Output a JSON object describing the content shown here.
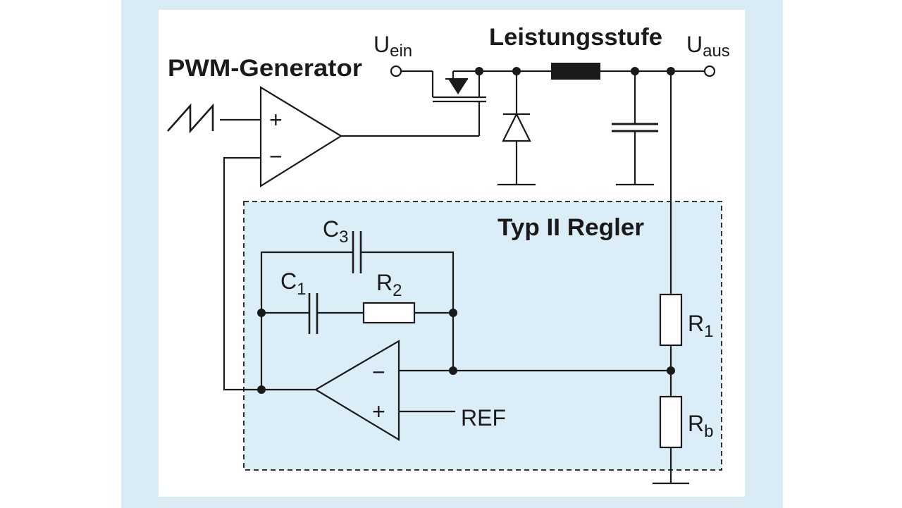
{
  "labels": {
    "pwm_generator": "PWM-Generator",
    "power_stage": "Leistungsstufe",
    "input_voltage_main": "U",
    "input_voltage_sub": "ein",
    "output_voltage_main": "U",
    "output_voltage_sub": "aus",
    "controller": "Typ II Regler",
    "c1_main": "C",
    "c1_sub": "1",
    "c3_main": "C",
    "c3_sub": "3",
    "r2_main": "R",
    "r2_sub": "2",
    "r1_main": "R",
    "r1_sub": "1",
    "rb_main": "R",
    "rb_sub": "b",
    "ref": "REF",
    "plus": "+",
    "minus": "−"
  },
  "colors": {
    "frame": "#d9ebf4",
    "controller_fill": "#dbedf6",
    "line": "#1a1a1a",
    "inductor": "#1a1a1a"
  }
}
